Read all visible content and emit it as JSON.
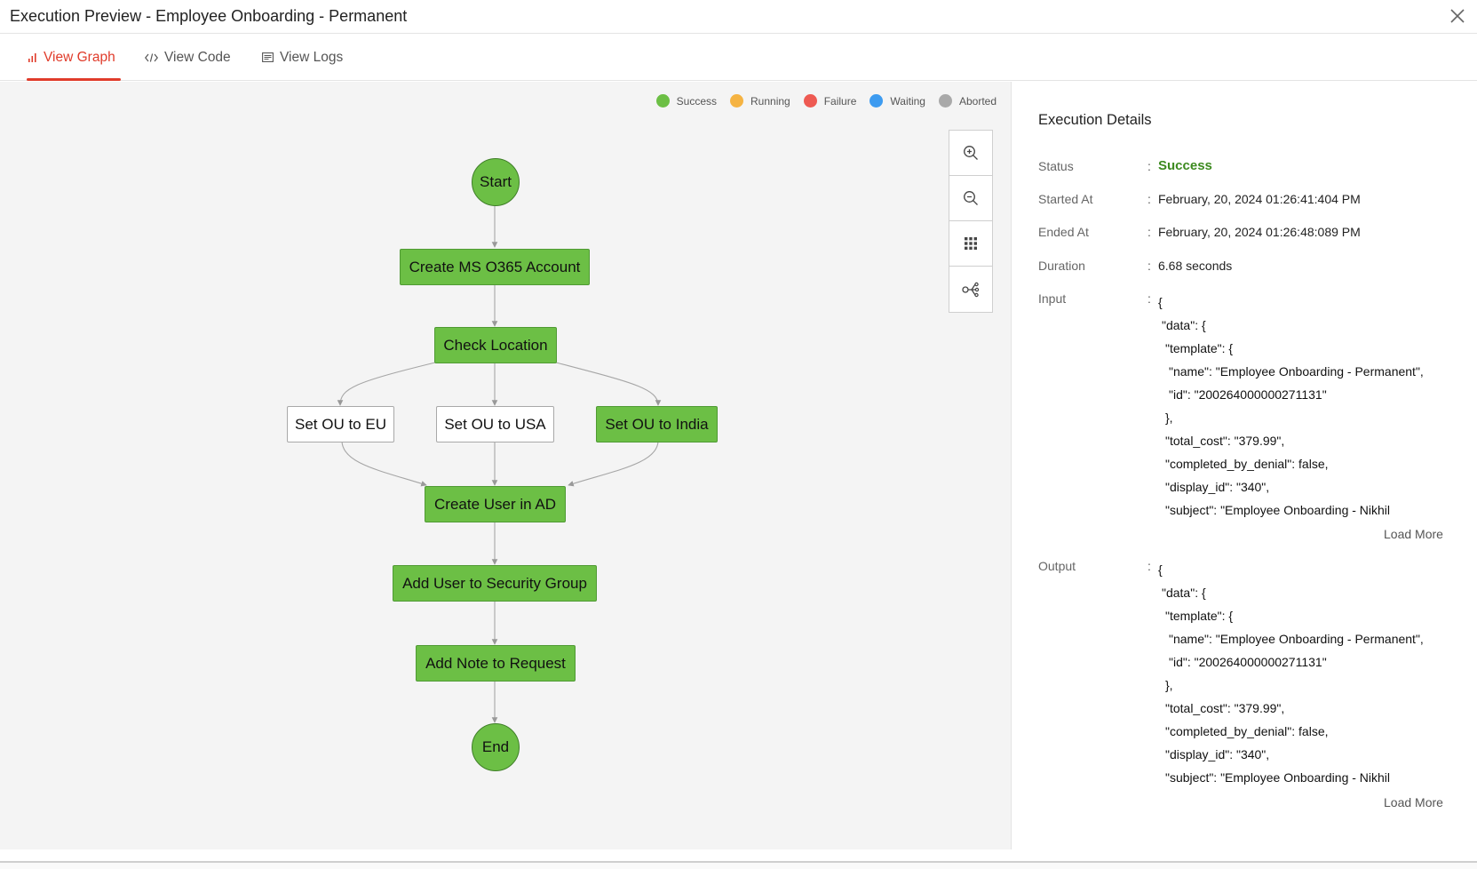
{
  "window": {
    "title": "Execution Preview - Employee Onboarding - Permanent",
    "close_icon": "close-icon"
  },
  "tabs": [
    {
      "label": "View Graph",
      "icon": "bar-chart-icon",
      "active": true
    },
    {
      "label": "View Code",
      "icon": "code-icon",
      "active": false
    },
    {
      "label": "View Logs",
      "icon": "logs-icon",
      "active": false
    }
  ],
  "legend": [
    {
      "label": "Success",
      "color": "#6cbf45"
    },
    {
      "label": "Running",
      "color": "#f5b342"
    },
    {
      "label": "Failure",
      "color": "#ee5a52"
    },
    {
      "label": "Waiting",
      "color": "#3d9bf0"
    },
    {
      "label": "Aborted",
      "color": "#a9a9a9"
    }
  ],
  "zoom_controls": [
    "zoom-in-icon",
    "zoom-out-icon",
    "grid-icon",
    "workflow-layout-icon"
  ],
  "graph": {
    "nodes": {
      "start": "Start",
      "create_o365": "Create MS O365 Account",
      "check_location": "Check Location",
      "ou_eu": "Set OU to EU",
      "ou_usa": "Set OU to USA",
      "ou_india": "Set OU to India",
      "create_ad": "Create User in AD",
      "add_security": "Add User to Security Group",
      "add_note": "Add Note to Request",
      "end": "End"
    },
    "status": {
      "start": "success",
      "create_o365": "success",
      "check_location": "success",
      "ou_eu": "not-executed",
      "ou_usa": "not-executed",
      "ou_india": "success",
      "create_ad": "success",
      "add_security": "success",
      "add_note": "success",
      "end": "success"
    }
  },
  "details": {
    "heading": "Execution Details",
    "status_label": "Status",
    "status_value": "Success",
    "started_label": "Started At",
    "started_value": "February, 20, 2024 01:26:41:404 PM",
    "ended_label": "Ended At",
    "ended_value": "February, 20, 2024 01:26:48:089 PM",
    "duration_label": "Duration",
    "duration_value": "6.68 seconds",
    "input_label": "Input",
    "output_label": "Output",
    "colon": ":",
    "load_more": "Load More",
    "input_lines": [
      "{",
      "\"data\": {",
      "\"template\": {",
      "\"name\": \"Employee Onboarding - Permanent\",",
      "\"id\": \"200264000000271131\"",
      "},",
      "\"total_cost\": \"379.99\",",
      "\"completed_by_denial\": false,",
      "\"display_id\": \"340\",",
      "\"subject\": \"Employee Onboarding - Nikhil"
    ],
    "output_lines": [
      "{",
      "\"data\": {",
      "\"template\": {",
      "\"name\": \"Employee Onboarding - Permanent\",",
      "\"id\": \"200264000000271131\"",
      "},",
      "\"total_cost\": \"379.99\",",
      "\"completed_by_denial\": false,",
      "\"display_id\": \"340\",",
      "\"subject\": \"Employee Onboarding - Nikhil"
    ]
  }
}
